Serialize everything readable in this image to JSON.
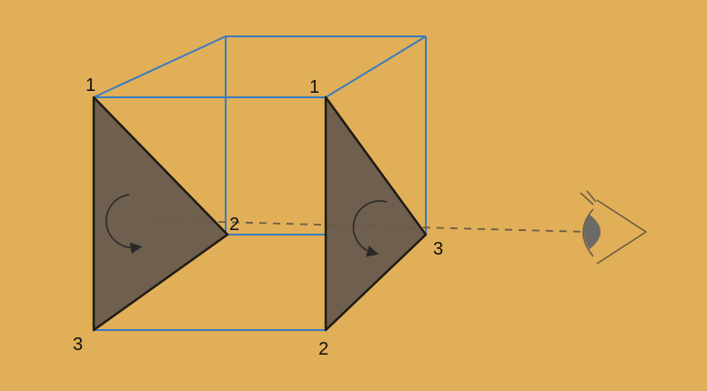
{
  "colors": {
    "background": "#E0AF58",
    "cube_edges": "#3A7CC0",
    "triangle_fill": "#6E5F4E",
    "triangle_stroke": "#1F1A12",
    "sight_line": "#6B5B45",
    "eye_stroke": "#6B5B45",
    "eye_iris": "#6A6A66"
  },
  "labels": {
    "left_triangle": {
      "v1": "1",
      "v2": "2",
      "v3": "3"
    },
    "right_triangle": {
      "v1": "1",
      "v2": "3",
      "v3": "2"
    }
  },
  "icons": {
    "winding_left": "counterclockwise-arrow-icon",
    "winding_right": "clockwise-arrow-icon",
    "viewer": "eye-icon"
  }
}
